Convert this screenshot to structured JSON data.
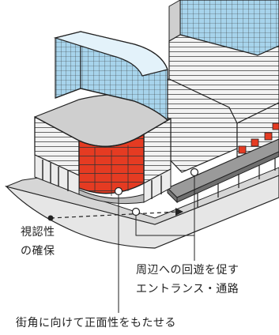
{
  "labels": {
    "visibility": [
      "視認性",
      "の確保"
    ],
    "entrance": [
      "周辺への回遊を促す",
      "エントランス・通路"
    ],
    "corner": "街角に向けて正面性をもたせる"
  },
  "colors": {
    "glass": "#a7d4ec",
    "facade_red": "#e53b22",
    "wall": "#f1f1f1",
    "ground": "#e0e0e0",
    "walkway": "#8a8a8a",
    "line": "#222222"
  }
}
